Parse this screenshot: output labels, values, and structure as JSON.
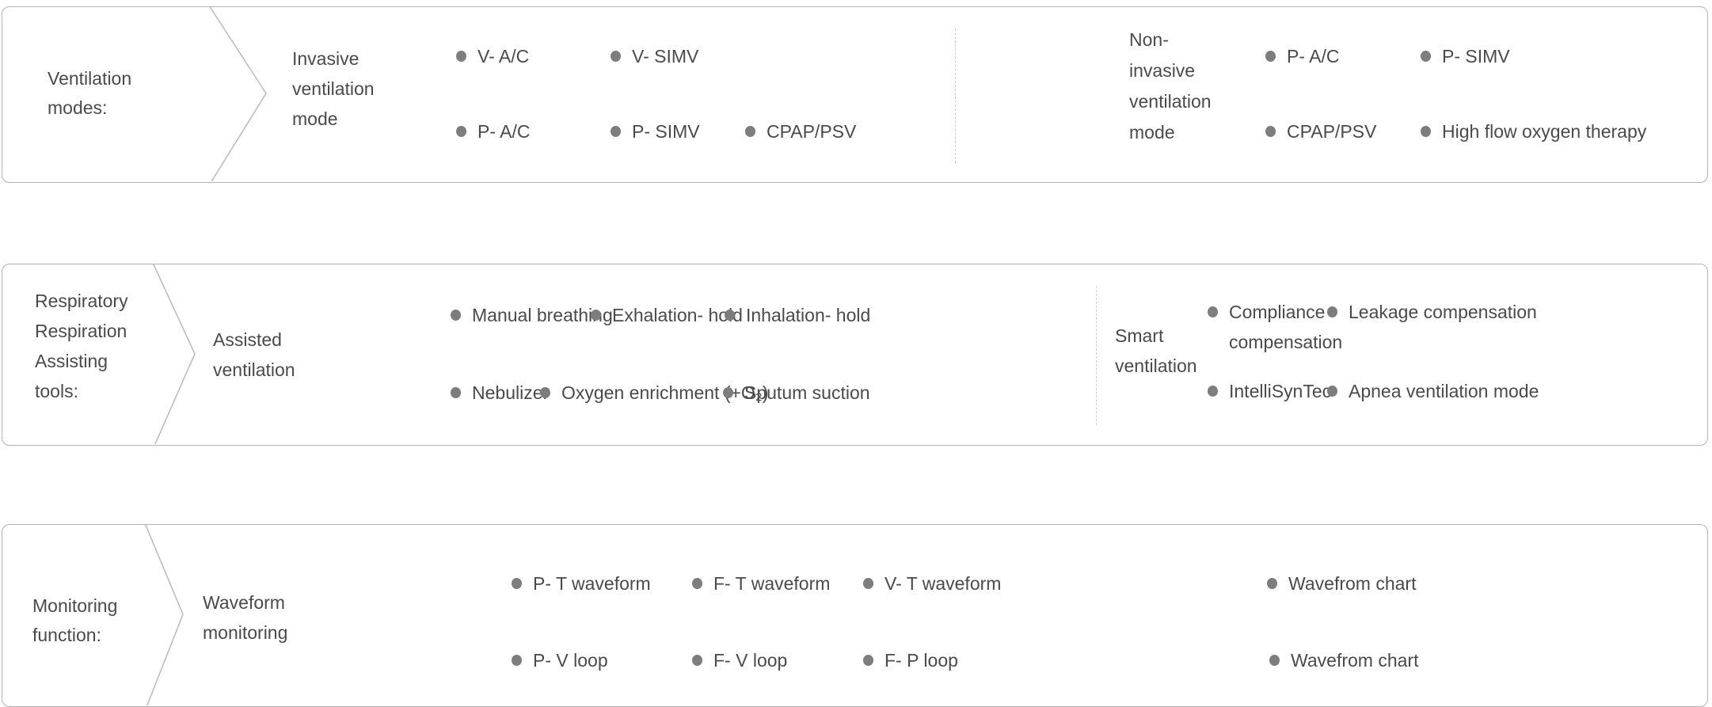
{
  "colors": {
    "background": "#ffffff",
    "box_border": "#b3b3b3",
    "chevron_stroke": "#bdbdbd",
    "divider": "#cccccc",
    "text": "#4a4a4a",
    "bullet_dot": "#7d7d7d"
  },
  "boxes": [
    {
      "label": "Ventilation\nmodes:",
      "groups": [
        {
          "title": "Invasive\nventilation\nmode",
          "items": [
            "V- A/C",
            "V- SIMV",
            "P- A/C",
            "P- SIMV",
            "CPAP/PSV"
          ]
        },
        {
          "title": "Non-\ninvasive\nventilation\nmode",
          "items": [
            "P- A/C",
            "P- SIMV",
            "CPAP/PSV",
            "High flow oxygen therapy"
          ]
        }
      ]
    },
    {
      "label": "Respiratory\nRespiration\nAssisting\ntools:",
      "groups": [
        {
          "title": "Assisted\nventilation",
          "items": [
            "Manual breathing",
            "Exhalation- hold",
            "Inhalation- hold",
            "Nebulizer",
            "Oxygen enrichment (+O₂)",
            "Sputum suction"
          ]
        },
        {
          "title": "Smart\nventilation",
          "items": [
            "Compliance\ncompensation",
            "Leakage compensation",
            "IntelliSynTec",
            "Apnea ventilation mode"
          ]
        }
      ]
    },
    {
      "label": "Monitoring\nfunction:",
      "groups": [
        {
          "title": "Waveform\nmonitoring",
          "items": [
            "P- T waveform",
            "F- T waveform",
            "V- T waveform",
            "Wavefrom chart",
            "P- V loop",
            "F- V loop",
            "F- P loop",
            "Wavefrom chart"
          ]
        }
      ]
    }
  ]
}
